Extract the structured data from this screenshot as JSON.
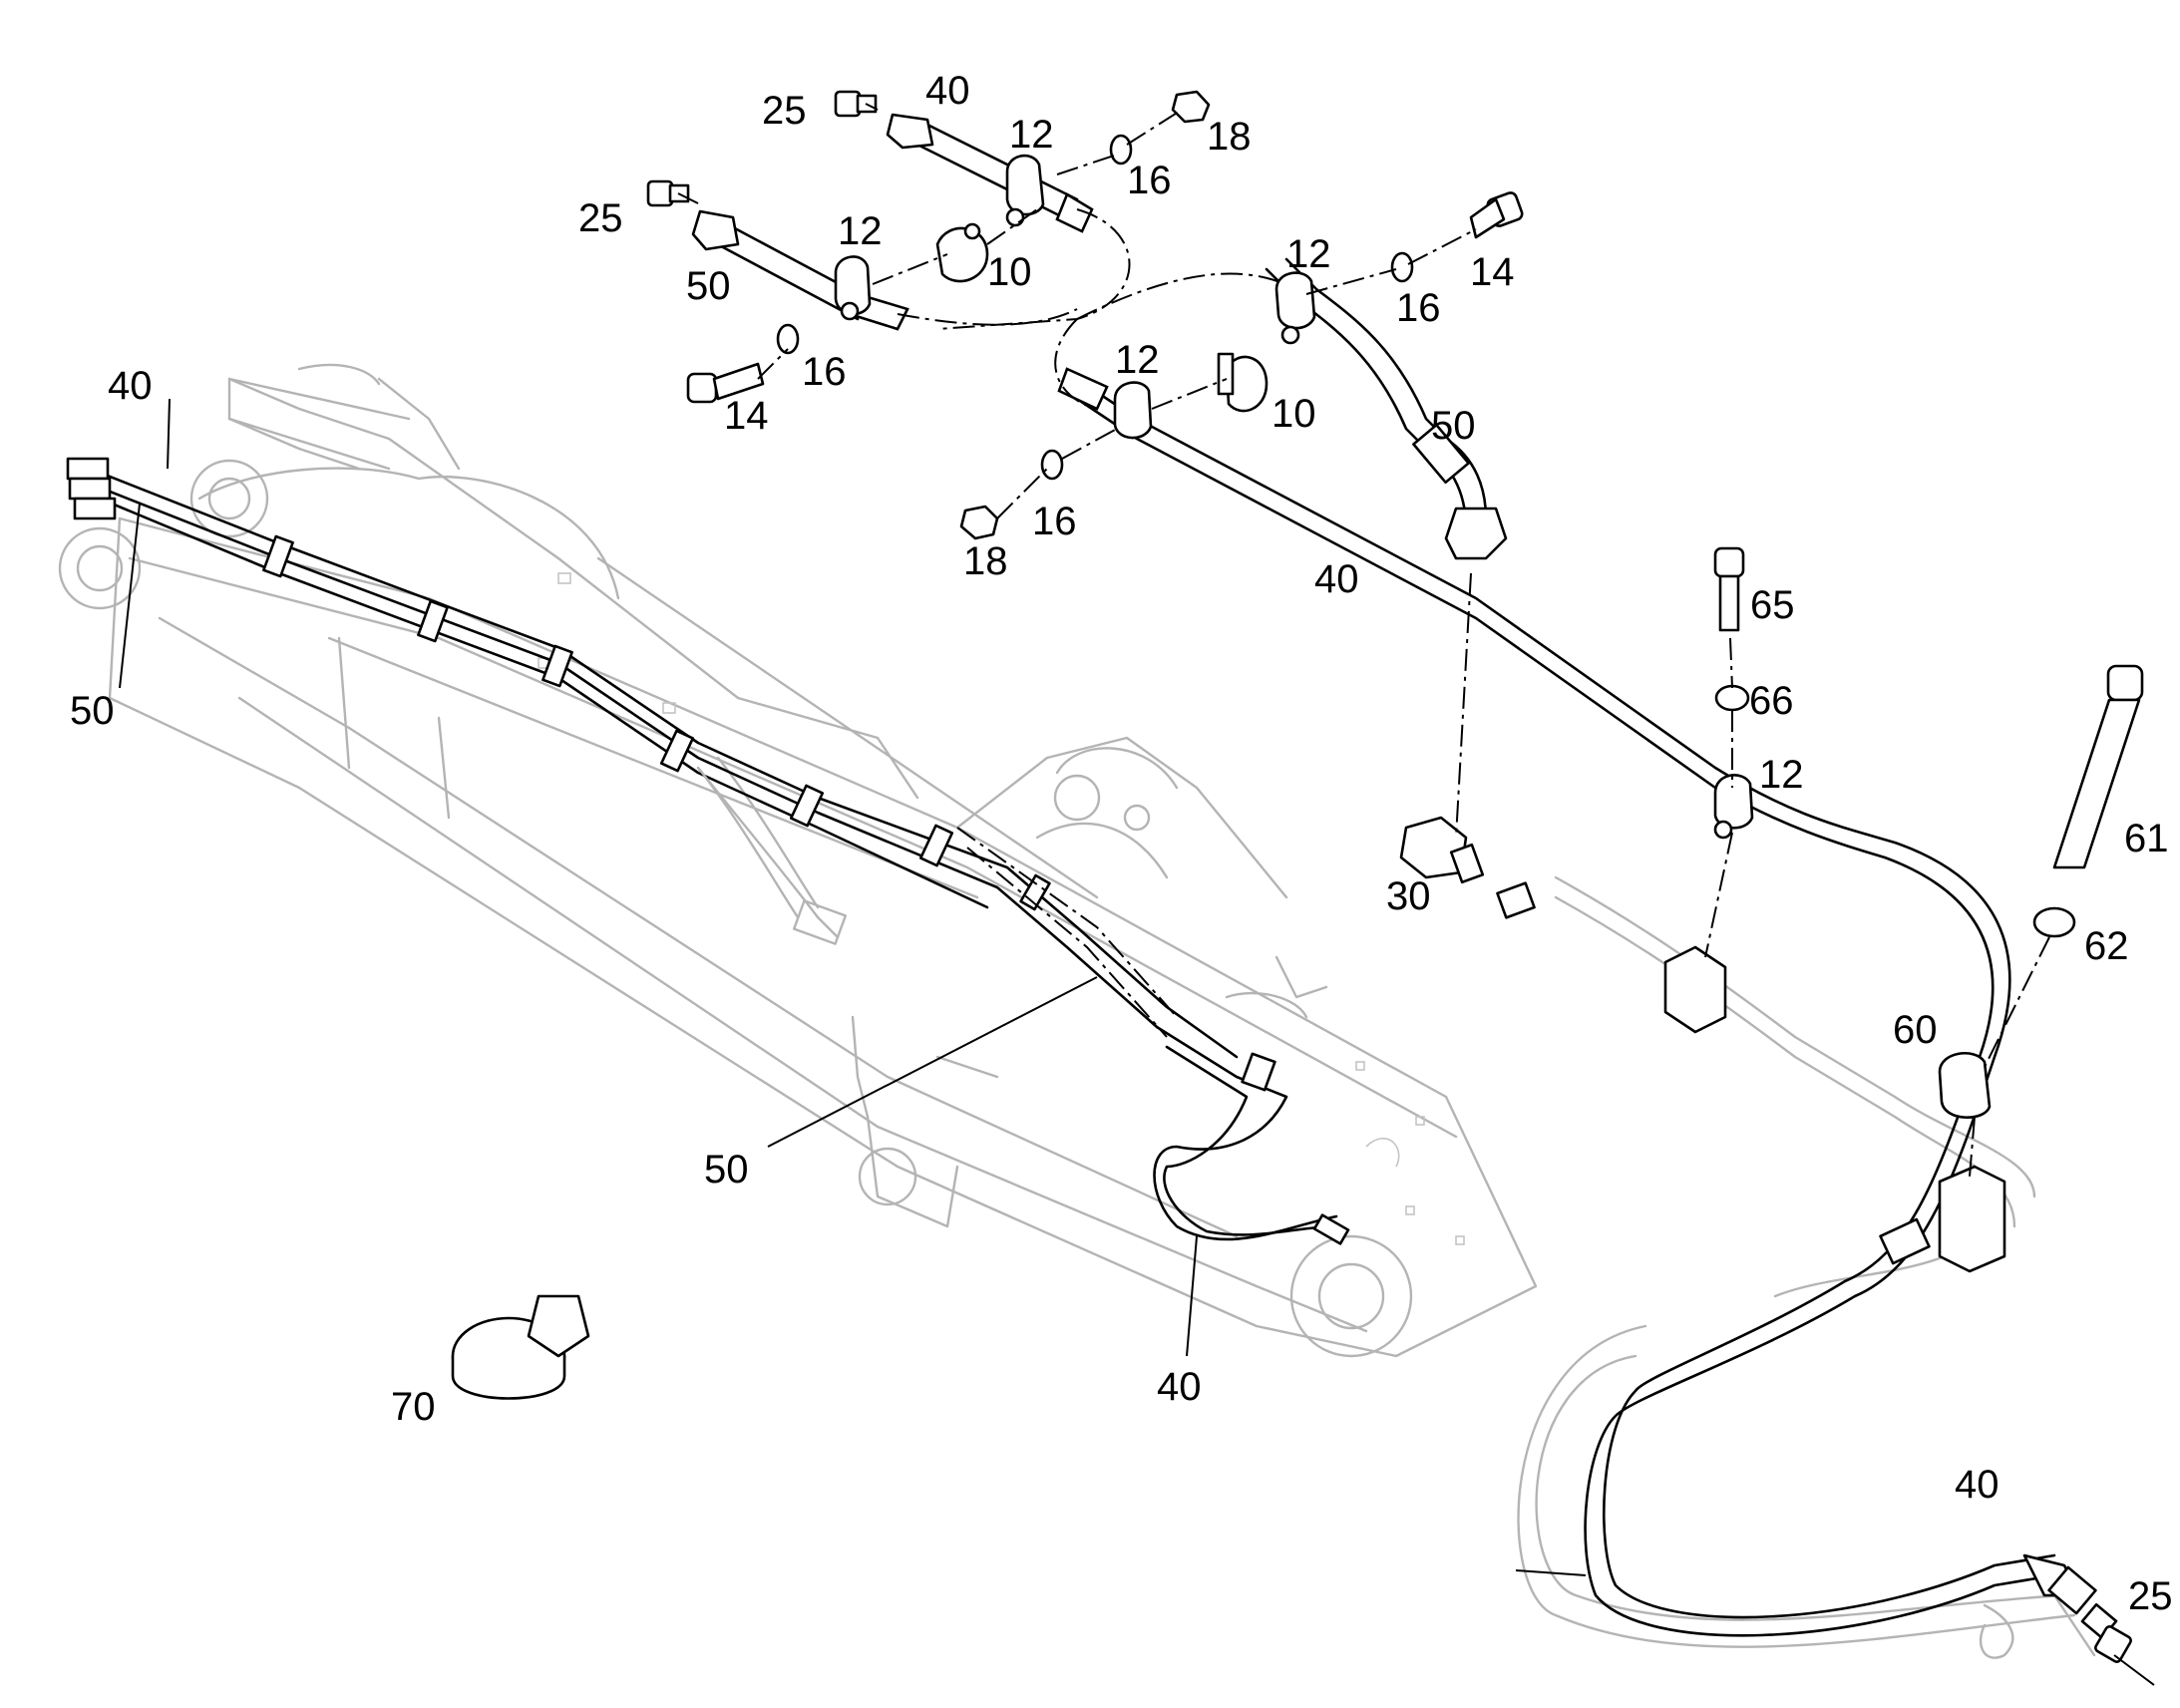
{
  "diagram": {
    "callouts": [
      {
        "id": "c-40-top",
        "text": "40"
      },
      {
        "id": "c-25-top",
        "text": "25"
      },
      {
        "id": "c-12-top",
        "text": "12"
      },
      {
        "id": "c-18-top",
        "text": "18"
      },
      {
        "id": "c-16-top",
        "text": "16"
      },
      {
        "id": "c-25-mid",
        "text": "25"
      },
      {
        "id": "c-12-mid",
        "text": "12"
      },
      {
        "id": "c-10-top",
        "text": "10"
      },
      {
        "id": "c-50-top",
        "text": "50"
      },
      {
        "id": "c-16-left",
        "text": "16"
      },
      {
        "id": "c-14-left",
        "text": "14"
      },
      {
        "id": "c-12-right",
        "text": "12"
      },
      {
        "id": "c-16-right",
        "text": "16"
      },
      {
        "id": "c-14-right",
        "text": "14"
      },
      {
        "id": "c-12-center",
        "text": "12"
      },
      {
        "id": "c-10-center",
        "text": "10"
      },
      {
        "id": "c-50-right",
        "text": "50"
      },
      {
        "id": "c-16-lower",
        "text": "16"
      },
      {
        "id": "c-18-lower",
        "text": "18"
      },
      {
        "id": "c-40-right",
        "text": "40"
      },
      {
        "id": "c-65",
        "text": "65"
      },
      {
        "id": "c-66",
        "text": "66"
      },
      {
        "id": "c-12-clamp",
        "text": "12"
      },
      {
        "id": "c-61",
        "text": "61"
      },
      {
        "id": "c-30",
        "text": "30"
      },
      {
        "id": "c-62",
        "text": "62"
      },
      {
        "id": "c-60",
        "text": "60"
      },
      {
        "id": "c-40-boom",
        "text": "40"
      },
      {
        "id": "c-50-boom",
        "text": "50"
      },
      {
        "id": "c-50-bottom",
        "text": "50"
      },
      {
        "id": "c-40-bottom",
        "text": "40"
      },
      {
        "id": "c-70",
        "text": "70"
      },
      {
        "id": "c-40-lower-right",
        "text": "40"
      },
      {
        "id": "c-25-lower-right",
        "text": "25"
      }
    ]
  }
}
